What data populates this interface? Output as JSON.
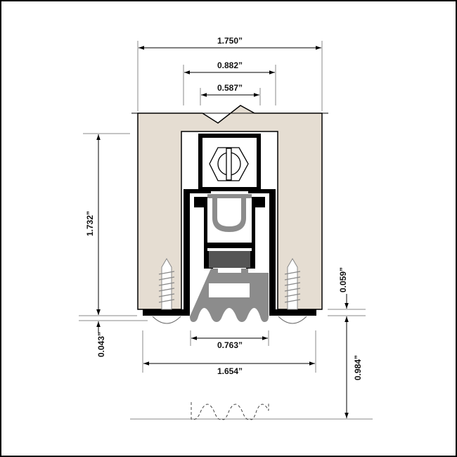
{
  "dimensions": {
    "overall_width": "1.750”",
    "housing_width": "0.882”",
    "inner_width": "0.587”",
    "height": "1.732”",
    "plate_thickness": "0.043”",
    "flange_thickness": "0.059”",
    "seal_width": "0.763”",
    "plate_width": "1.654”",
    "max_drop": "0.984”"
  },
  "colors": {
    "door": "#e5ddd2",
    "profile": "#000000",
    "seal": "#8c8c8c",
    "spring_block": "#555555"
  }
}
